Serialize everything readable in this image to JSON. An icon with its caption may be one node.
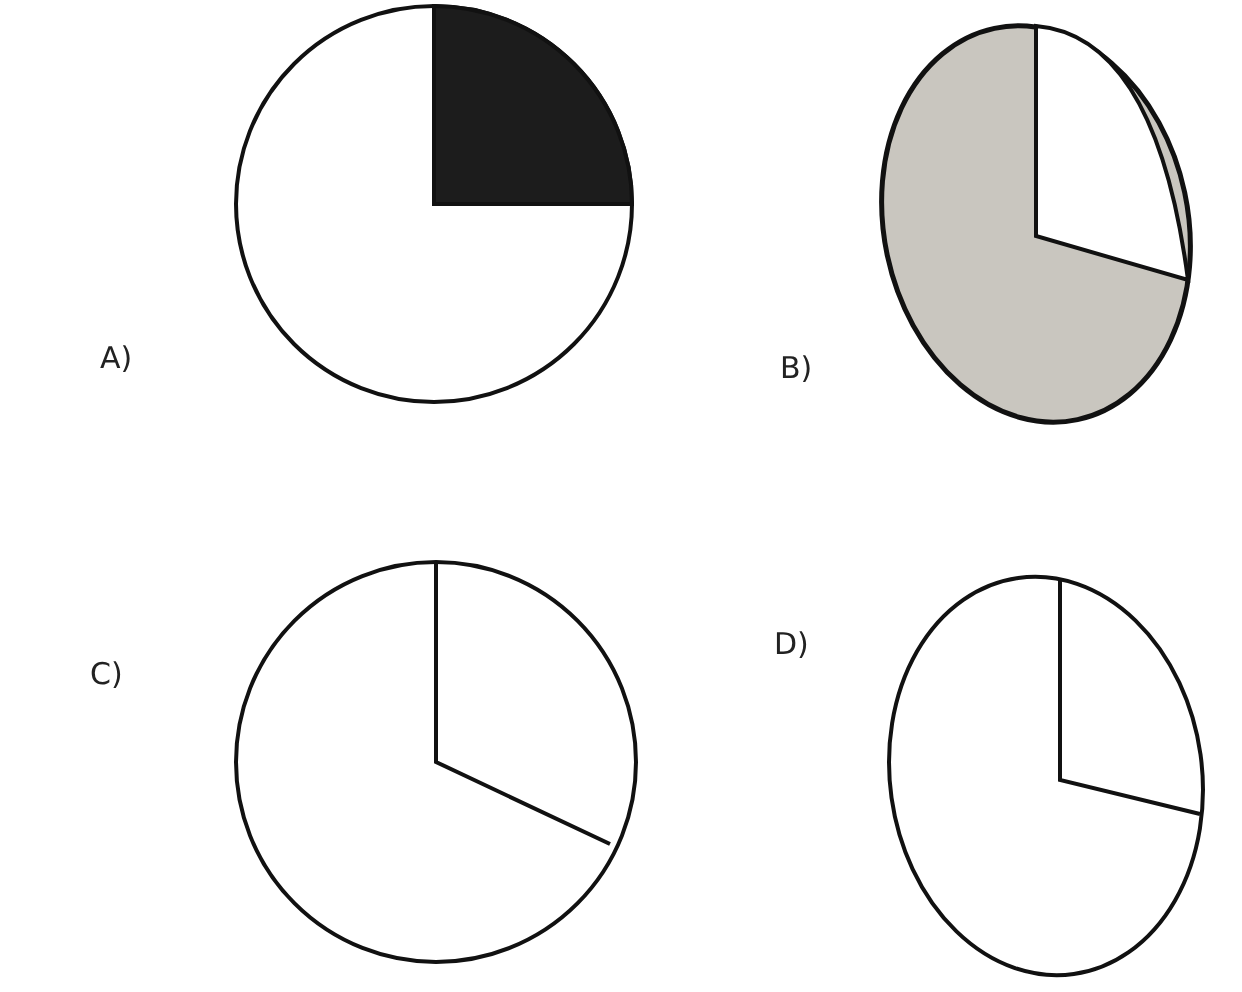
{
  "diagram": {
    "labels": [
      "A)",
      "B)",
      "C)",
      "D)"
    ]
  }
}
